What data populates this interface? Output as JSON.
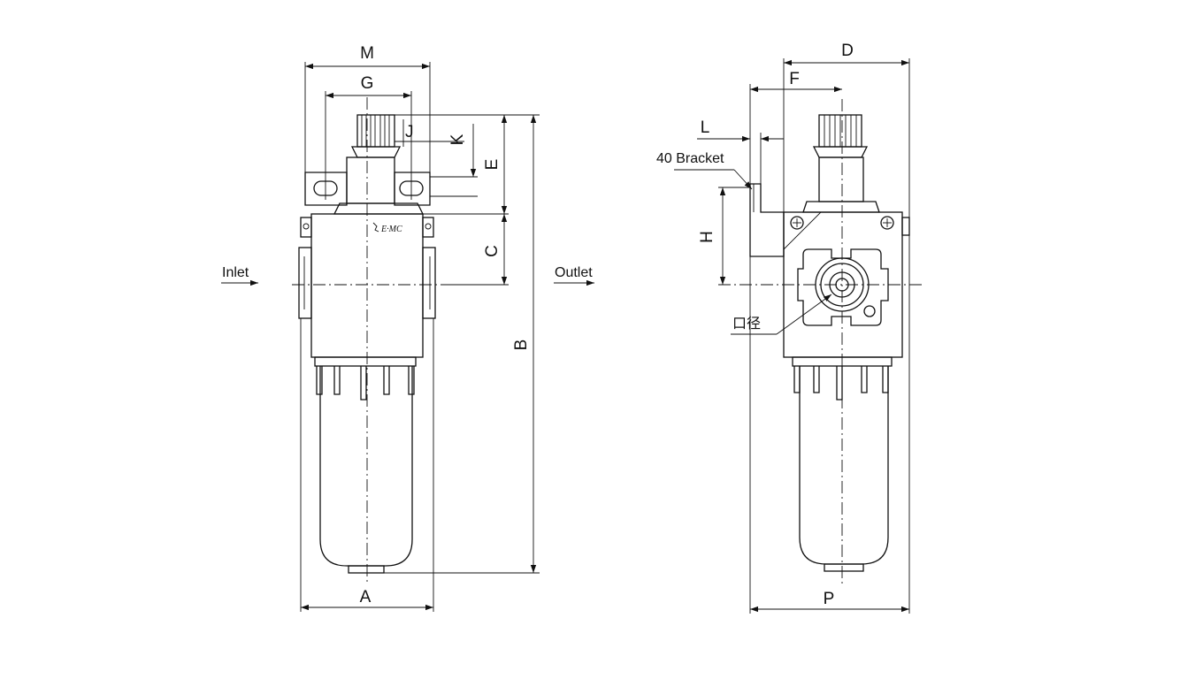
{
  "labels": {
    "M": "M",
    "G": "G",
    "J": "J",
    "K": "K",
    "E": "E",
    "C": "C",
    "B": "B",
    "A": "A",
    "D": "D",
    "F": "F",
    "L": "L",
    "H": "H",
    "P": "P",
    "inlet": "Inlet",
    "outlet": "Outlet",
    "bracket": "40 Bracket",
    "port": "口径"
  },
  "brand_logo": "E·MC"
}
